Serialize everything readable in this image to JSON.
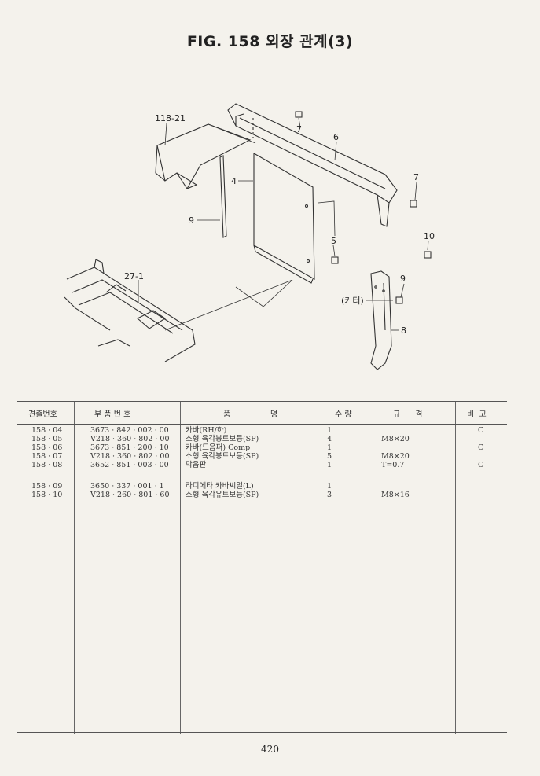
{
  "title": "FIG. 158 외장 관계(3)",
  "callouts": {
    "c118_21": "118-21",
    "c7a": "7",
    "c6": "6",
    "c7b": "7",
    "c4": "4",
    "c9a": "9",
    "c5": "5",
    "c10": "10",
    "c27_1": "27-1",
    "c9b": "9",
    "c_cutter": "(커터)",
    "c8": "8"
  },
  "table": {
    "headers": [
      "견출번호",
      "부 품 번 호",
      "품                명",
      "수 량",
      "규      격",
      "비  고"
    ],
    "rows": [
      {
        "no": "158 · 04",
        "part": "3673 · 842 · 002 · 00",
        "name": "카바(RH/하)",
        "qty": "1",
        "spec": "",
        "remark": "C"
      },
      {
        "no": "158 · 05",
        "part": "V218 · 360 · 802 · 00",
        "name": "소형 육각붕트보등(SP)",
        "qty": "4",
        "spec": "M8×20",
        "remark": ""
      },
      {
        "no": "158 · 06",
        "part": "3673 · 851 · 200 · 10",
        "name": "카바(드음퍼) Comp",
        "qty": "1",
        "spec": "",
        "remark": "C"
      },
      {
        "no": "158 · 07",
        "part": "V218 · 360 · 802 · 00",
        "name": "소형 육각붕트보등(SP)",
        "qty": "5",
        "spec": "M8×20",
        "remark": ""
      },
      {
        "no": "158 · 08",
        "part": "3652 · 851 · 003 · 00",
        "name": "막음판",
        "qty": "1",
        "spec": "T=0.7",
        "remark": "C"
      },
      {
        "no": "158 · 09",
        "part": "3650 · 337 · 001 · 1",
        "name": "라디에타 카바씨일(L)",
        "qty": "1",
        "spec": "",
        "remark": ""
      },
      {
        "no": "158 · 10",
        "part": "V218 · 260 · 801 · 60",
        "name": "소형 육각유트보등(SP)",
        "qty": "3",
        "spec": "M8×16",
        "remark": ""
      }
    ]
  },
  "page_number": "420"
}
